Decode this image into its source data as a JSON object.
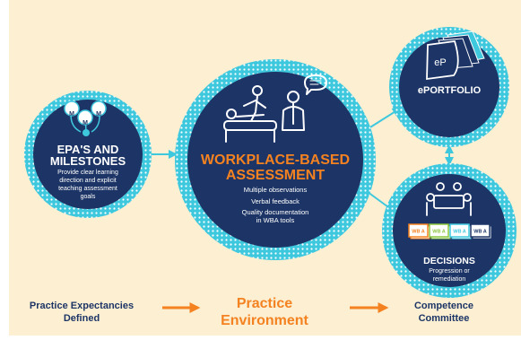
{
  "colors": {
    "background": "#fcefd2",
    "teal": "#3ec8de",
    "navy": "#1d3566",
    "orange": "#f58220"
  },
  "left_node": {
    "badge_icon": "m-badges-icon",
    "badge_letter": "M",
    "title_line1": "EPA'S AND",
    "title_line2": "MILESTONES",
    "desc_line1": "Provide clear learning",
    "desc_line2": "direction and explicit",
    "desc_line3": "teaching assessment",
    "desc_line4": "goals"
  },
  "center_node": {
    "icon": "patient-and-clinicians-icon",
    "title_line1": "WORKPLACE-BASED",
    "title_line2": "ASSESSMENT",
    "items": [
      "Multiple observations",
      "Verbal feedback",
      "Quality documentation",
      "in WBA tools"
    ]
  },
  "top_right_node": {
    "icon": "folder-documents-icon",
    "icon_text": "eP",
    "title": "ePORTFOLIO"
  },
  "bottom_right_node": {
    "icon": "committee-meeting-icon",
    "cards": [
      "WB A",
      "WB A",
      "WB A",
      "WB A"
    ],
    "card_colors": [
      "#f58220",
      "#8dc63f",
      "#3ec8de",
      "#1d3566"
    ],
    "title": "DECISIONS",
    "desc_line1": "Progression or",
    "desc_line2": "remediation"
  },
  "footer": {
    "left_line1": "Practice Expectancies",
    "left_line2": "Defined",
    "center_line1": "Practice",
    "center_line2": "Environment",
    "right_line1": "Competence",
    "right_line2": "Committee"
  }
}
